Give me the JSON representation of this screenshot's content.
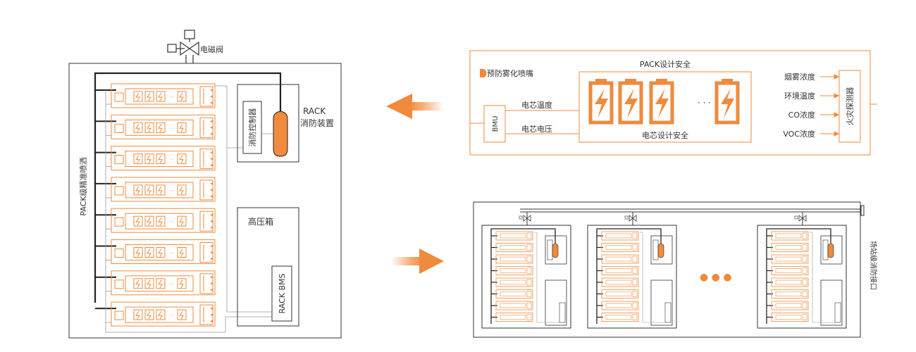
{
  "colors": {
    "accent": "#f08a3c",
    "line": "#333333",
    "thin": "#888888",
    "arrow": "#f6a56a"
  },
  "left": {
    "valve_label": "电磁阀",
    "rack_fire_title": "RACK",
    "rack_fire_subtitle": "消防装置",
    "fire_controller": "消防控制器",
    "pack_spray": "PACK级精准喷洒",
    "hv_box": "高压箱",
    "rack_bms": "RACK BMS",
    "pack_rows": 8
  },
  "top_right": {
    "nozzle_label": "预防雾化喷嘴",
    "pack_safety": "PACK设计安全",
    "cell_safety": "电芯设计安全",
    "bmu": "BMU",
    "cell_temp": "电芯温度",
    "cell_voltage": "电芯电压",
    "ellipsis": "· · ·",
    "sensors": [
      "烟雾浓度",
      "环境温度",
      "CO浓度",
      "VOC浓度"
    ],
    "fire_detector": "火灾探测器"
  },
  "bottom_right": {
    "station_port": "场站级消防接口",
    "dots": "● ● ●"
  }
}
